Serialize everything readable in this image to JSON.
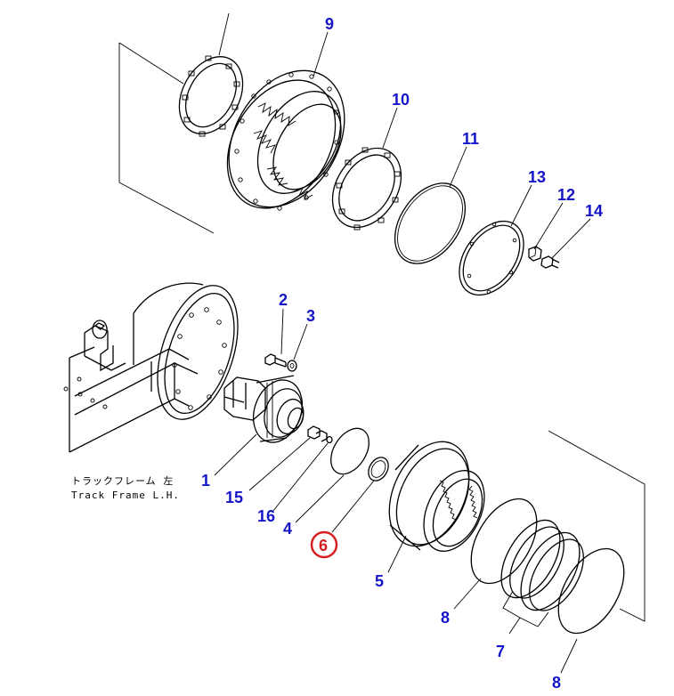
{
  "diagram": {
    "frame_label_jp": "トラックフレーム 左",
    "frame_label_en": "Track Frame L.H.",
    "highlight_color": "#d42020",
    "callout_color": "#1515c8",
    "callouts": [
      {
        "id": "c9",
        "text": "9"
      },
      {
        "id": "c10",
        "text": "10"
      },
      {
        "id": "c11",
        "text": "11"
      },
      {
        "id": "c13",
        "text": "13"
      },
      {
        "id": "c12",
        "text": "12"
      },
      {
        "id": "c14",
        "text": "14"
      },
      {
        "id": "c2",
        "text": "2"
      },
      {
        "id": "c3",
        "text": "3"
      },
      {
        "id": "c1",
        "text": "1"
      },
      {
        "id": "c15",
        "text": "15"
      },
      {
        "id": "c16",
        "text": "16"
      },
      {
        "id": "c4",
        "text": "4"
      },
      {
        "id": "c6",
        "text": "6"
      },
      {
        "id": "c5",
        "text": "5"
      },
      {
        "id": "c8a",
        "text": "8"
      },
      {
        "id": "c7",
        "text": "7"
      },
      {
        "id": "c8b",
        "text": "8"
      }
    ]
  }
}
